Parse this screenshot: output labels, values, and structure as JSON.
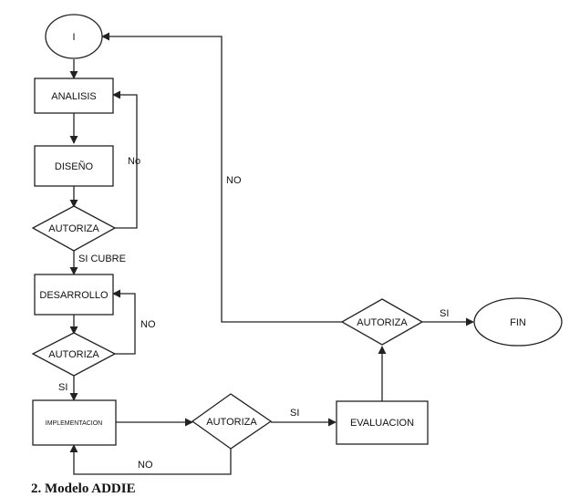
{
  "nodes": {
    "start": "I",
    "analisis": "ANALISIS",
    "diseno": "DISEÑO",
    "autoriza1": "AUTORIZA",
    "desarrollo": "DESARROLLO",
    "autoriza2": "AUTORIZA",
    "implementacion": "IMPLEMENTACION",
    "autoriza3": "AUTORIZA",
    "evaluacion": "EVALUACION",
    "autoriza4": "AUTORIZA",
    "end": "FIN"
  },
  "edge_labels": {
    "autoriza1_no": "No",
    "autoriza1_si": "SI CUBRE",
    "autoriza2_no": "NO",
    "autoriza2_si": "SI",
    "autoriza3_si": "SI",
    "autoriza3_no": "NO",
    "autoriza4_si": "SI",
    "autoriza4_no": "NO"
  },
  "caption": "2. Modelo ADDIE"
}
